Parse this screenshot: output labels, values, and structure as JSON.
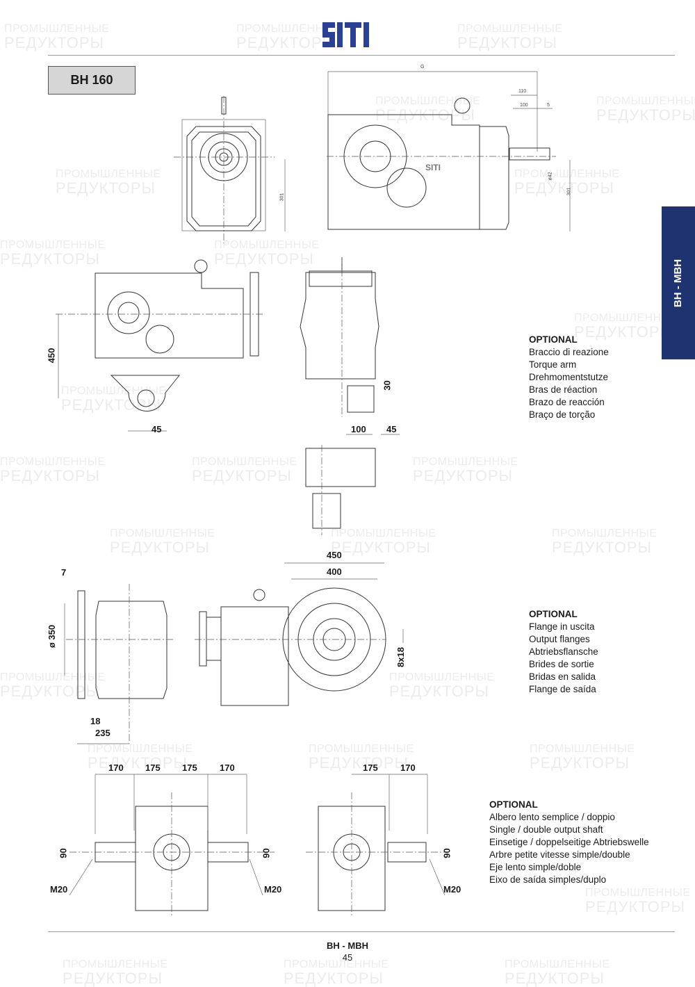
{
  "header": {
    "brand": "SITI",
    "brand_color": "#2a3f96",
    "model": "BH 160"
  },
  "side_tab": {
    "label": "BH - MBH",
    "color": "#1f3370"
  },
  "watermark": {
    "line1": "ПРОМЫШЛЕННЫЕ",
    "line2": "РЕДУКТОРЫ"
  },
  "drawings": {
    "front_view": {
      "height_dim": "301"
    },
    "side_view": {
      "overall_dim": "G",
      "shaft_dims": [
        "110",
        "100",
        "5"
      ],
      "shaft_diameter": "ø42",
      "height_dim": "301",
      "housing_label": "SITI"
    },
    "torque_arm_view": {
      "height_dim": "450",
      "offset_dim": "45"
    },
    "torque_arm_side": {
      "dims": [
        "30",
        "100",
        "45"
      ]
    },
    "flange_view": {
      "thickness": "7",
      "diameter": "ø 350",
      "dims_bottom": [
        "18",
        "235"
      ],
      "dims_top": [
        "450",
        "400"
      ],
      "holes": "8x18"
    },
    "double_shaft_view": {
      "dims_top": [
        "170",
        "175",
        "175",
        "170"
      ],
      "shaft_dim": "90",
      "thread": "M20"
    },
    "single_shaft_view": {
      "dims_top": [
        "175",
        "170"
      ],
      "shaft_dim": "90",
      "thread": "M20"
    }
  },
  "options": [
    {
      "title": "OPTIONAL",
      "lines": [
        "Braccio di reazione",
        "Torque arm",
        "Drehmomentstutze",
        "Bras de réaction",
        "Brazo de reacción",
        "Braço de torção"
      ]
    },
    {
      "title": "OPTIONAL",
      "lines": [
        "Flange in uscita",
        "Output flanges",
        "Abtriebsflansche",
        "Brides de sortie",
        "Bridas en salida",
        "Flange de saída"
      ]
    },
    {
      "title": "OPTIONAL",
      "lines": [
        "Albero lento semplice / doppio",
        "Single / double output shaft",
        "Einsetige / doppelseitige Abtriebswelle",
        "Arbre petite vitesse simple/double",
        "Eje lento simple/doble",
        "Eixo de saída simples/duplo"
      ]
    }
  ],
  "footer": {
    "title": "BH - MBH",
    "page": "45"
  }
}
